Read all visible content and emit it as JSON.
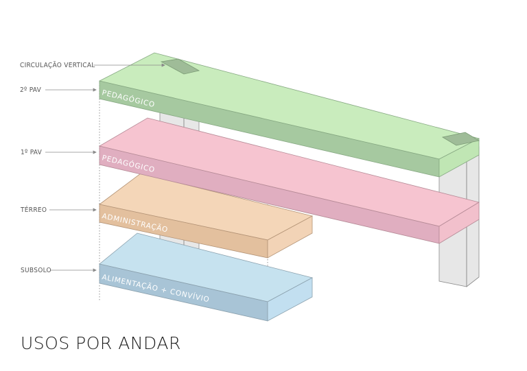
{
  "title": "USOS POR ANDAR",
  "labels": {
    "circulacao": "CIRCULAÇÃO VERTICAL",
    "pav2": "2º PAV",
    "pav1": "1º PAV",
    "terreo": "TÉRREO",
    "subsolo": "SUBSOLO"
  },
  "floors": {
    "pav2": "PEDAGÓGICO",
    "pav1": "PEDAGÓGICO",
    "terreo": "ADMINISTRAÇÃO",
    "subsolo": "ALIMENTAÇÃO + CONVÍVIO"
  },
  "colors": {
    "pav2": "#b5e2a8",
    "pav1": "#f3b7c4",
    "terreo": "#f0c9a4",
    "subsolo": "#b5d6e6",
    "circulation": "#c7c7c7"
  }
}
